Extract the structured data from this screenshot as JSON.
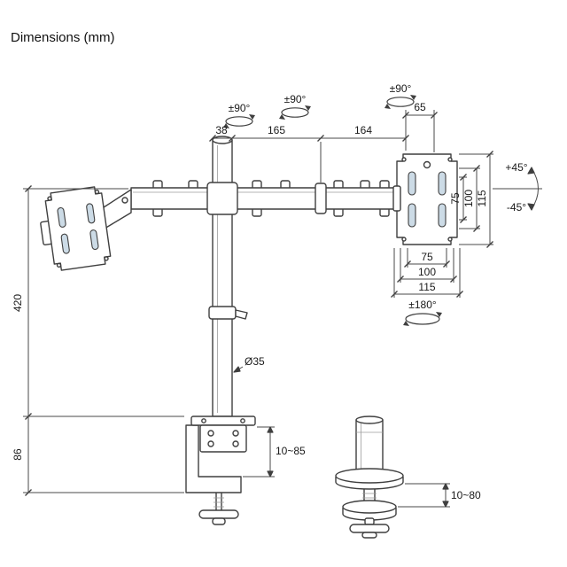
{
  "page": {
    "title": "Dimensions (mm)"
  },
  "dims": {
    "pole_offset": "38",
    "arm_segment_inner": "165",
    "arm_segment_outer": "164",
    "head_offset": "65",
    "rotation_pole": "±90°",
    "rotation_elbow": "±90°",
    "rotation_head": "±90°",
    "tilt_up": "+45°",
    "tilt_down": "-45°",
    "vesa_v_75": "75",
    "vesa_v_100": "100",
    "vesa_v_115": "115",
    "vesa_h_75": "75",
    "vesa_h_100": "100",
    "vesa_h_115": "115",
    "swivel": "±180°",
    "pole_height": "420",
    "clamp_height": "86",
    "pole_diameter": "Ø35",
    "clamp_range": "10~85",
    "grommet_range": "10~80"
  },
  "colors": {
    "line": "#3f3f3f",
    "dimension": "#4a4a4a",
    "slot_accent": "#ccdbe6",
    "background": "#ffffff"
  }
}
